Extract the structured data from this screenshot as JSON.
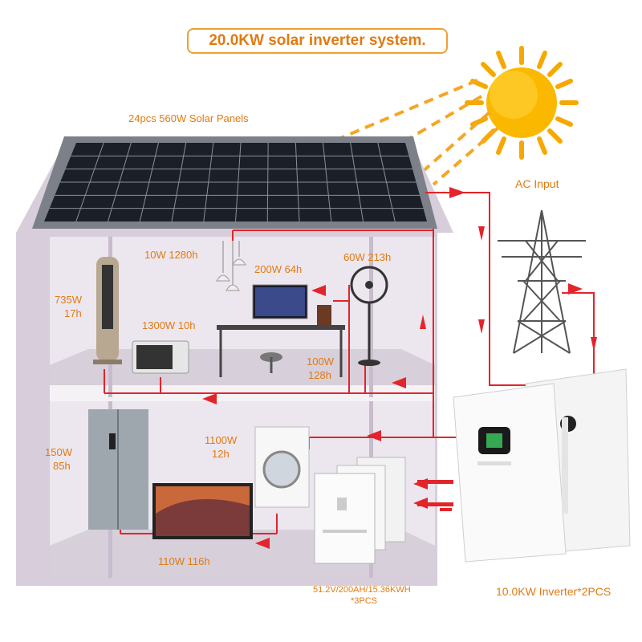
{
  "title": "20.0KW solar inverter system.",
  "labels": {
    "solar_panels": "24pcs 560W Solar Panels",
    "ac_input": "AC Input",
    "lights": "10W 1280h",
    "computer": "200W 64h",
    "fan": "60W 213h",
    "tower_fan_watt": "735W",
    "tower_fan_hours": "17h",
    "microwave": "1300W 10h",
    "speaker_watt": "100W",
    "speaker_hours": "128h",
    "fridge_watt": "150W",
    "fridge_hours": "85h",
    "washer_watt": "1100W",
    "washer_hours": "12h",
    "tv": "110W 116h",
    "battery_spec": "51.2V/200AH/15.36KWH",
    "battery_qty": "*3PCS",
    "inverter": "10.0KW Inverter*2PCS"
  },
  "colors": {
    "accent": "#e07b12",
    "flow": "#e3242b",
    "house": "#d9cfdc",
    "sun": "#f6a800"
  }
}
